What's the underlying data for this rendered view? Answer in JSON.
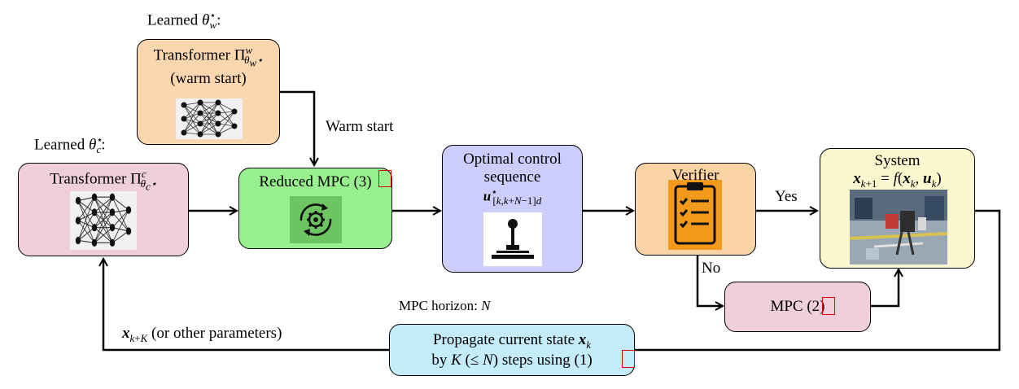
{
  "labels": {
    "learned_w": "Learned",
    "learned_c": "Learned",
    "warm_start_edge": "Warm start",
    "yes_edge": "Yes",
    "no_edge": "No",
    "mpc_horizon": "MPC horizon:",
    "xkK_suffix": "(or other parameters)"
  },
  "nodes": {
    "transformer_w": {
      "line1": "Transformer",
      "line2": "(warm start)"
    },
    "transformer_c": {
      "line1": "Transformer"
    },
    "reduced_mpc": {
      "title": "Reduced MPC (3)"
    },
    "optimal_control": {
      "line1": "Optimal control",
      "line2": "sequence"
    },
    "verifier": {
      "title": "Verifier"
    },
    "system": {
      "title": "System"
    },
    "mpc_full": {
      "title": "MPC (2)"
    },
    "propagate": {
      "line1": "Propagate current state",
      "line2a": "by",
      "line2b": "steps using (1)"
    }
  },
  "colors": {
    "transformer_w_fill": "#fbd7b0",
    "transformer_c_fill": "#efcfdc",
    "reduced_mpc_fill": "#98f08f",
    "optimal_control_fill": "#cdcdfb",
    "verifier_fill": "#fbd4a6",
    "system_fill": "#fdf7cf",
    "mpc_full_fill": "#efcfdc",
    "propagate_fill": "#c5ecfa",
    "highlight_red": "#e00000"
  },
  "icons": [
    "neural-network-icon",
    "gear-cycle-icon",
    "joystick-icon",
    "clipboard-checklist-icon",
    "robot-scene-photo"
  ]
}
